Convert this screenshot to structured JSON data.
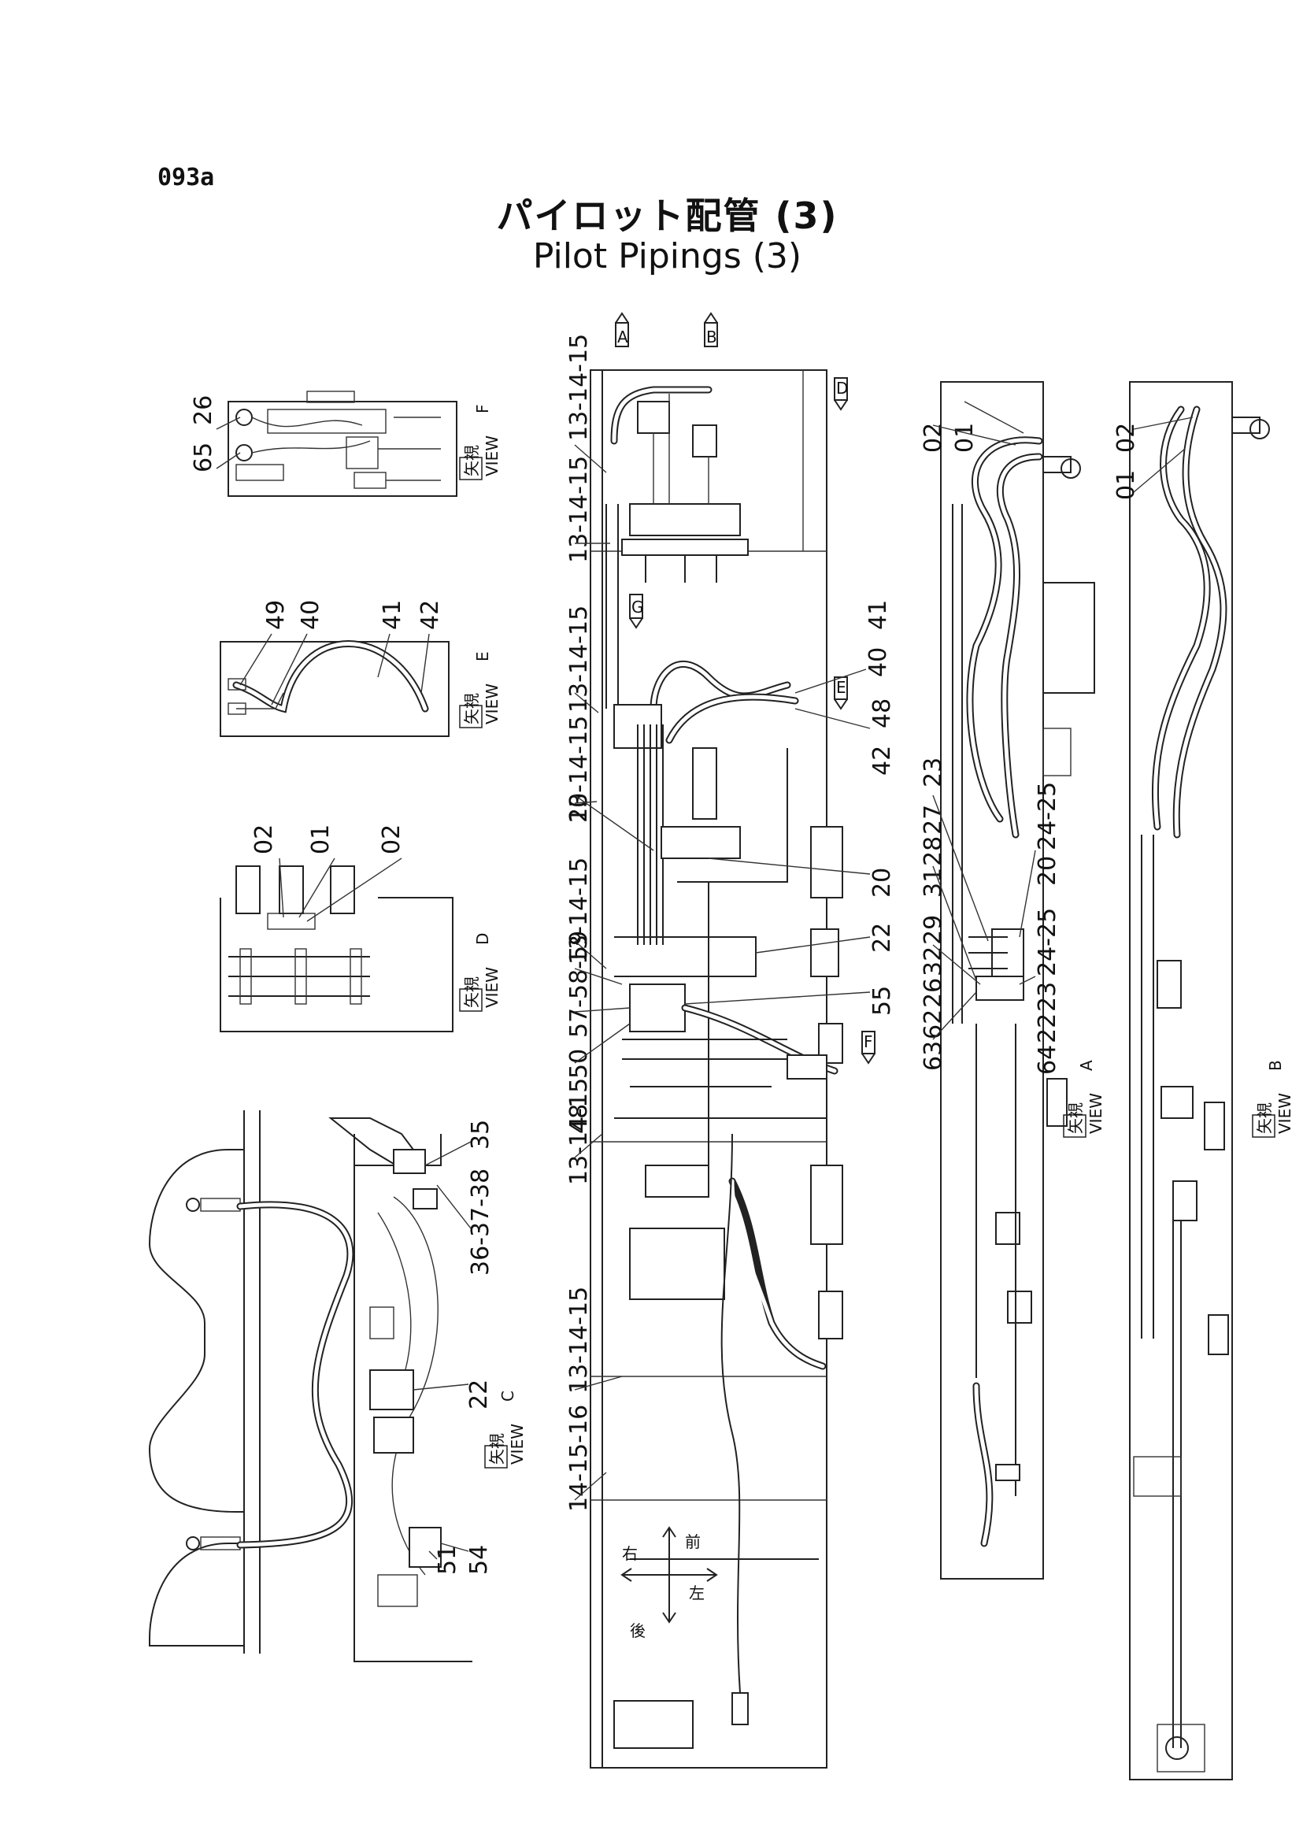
{
  "page": {
    "code": "093a",
    "title_jp": "パイロット配管 (3)",
    "title_en": "Pilot Pipings (3)"
  },
  "views": {
    "arrow": "矢視",
    "view_word": "VIEW",
    "letters": [
      "A",
      "B",
      "C",
      "D",
      "E",
      "F",
      "G"
    ]
  },
  "compass": {
    "front": "前",
    "rear": "後",
    "left": "左",
    "right": "右"
  },
  "callouts": {
    "view_f": [
      "65",
      "26"
    ],
    "view_e": [
      "49",
      "40",
      "41",
      "42"
    ],
    "view_d": [
      "02",
      "01",
      "02"
    ],
    "view_c": [
      "35",
      "36-37-38",
      "22",
      "54",
      "51"
    ],
    "main": [
      "13-14-15",
      "13-14-15",
      "13-14-15",
      "13-14-15",
      "13-14-15",
      "13-14-15",
      "13-14-15",
      "14-15-16",
      "20",
      "20",
      "22",
      "57-58-59",
      "50",
      "48",
      "55",
      "40",
      "41",
      "42",
      "48"
    ],
    "view_a_top": [
      "02",
      "01"
    ],
    "view_a_mid": [
      "23",
      "27",
      "28",
      "31",
      "29",
      "32",
      "26",
      "62",
      "63",
      "24-25",
      "20",
      "24-25",
      "23",
      "22",
      "64"
    ],
    "view_b": [
      "02",
      "01"
    ]
  }
}
